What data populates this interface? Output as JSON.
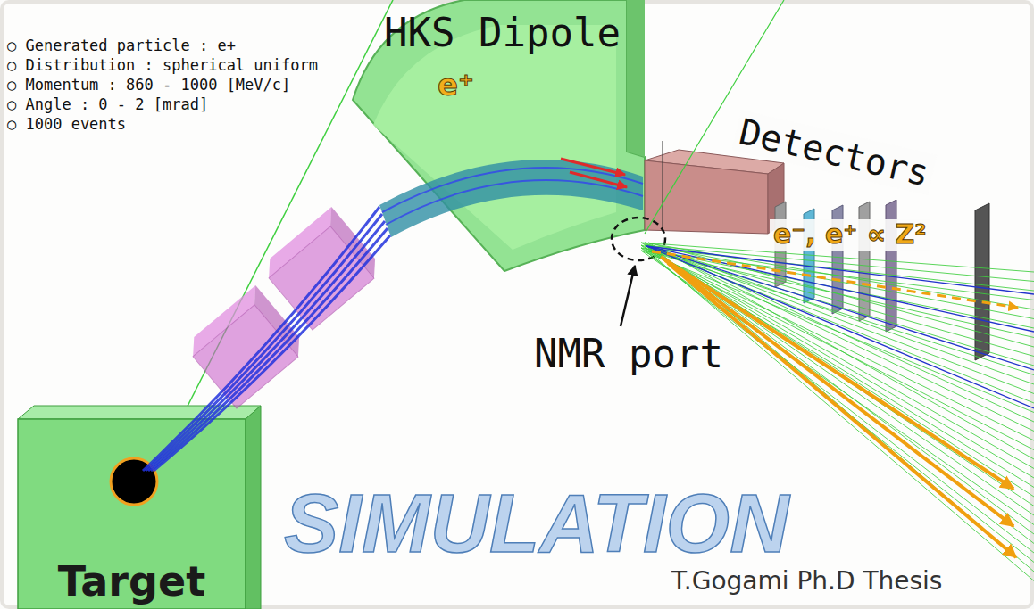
{
  "diagram": {
    "nodes": [
      {
        "text": [
          "HKS Dipole"
        ]
      },
      {
        "text": [
          "Target"
        ]
      }
    ],
    "labels": [
      "○ Generated particle : e+",
      "○ Distribution : spherical uniform",
      "○ Momentum : 860 - 1000 [MeV/c]",
      "○ Angle : 0 - 2 [mrad]",
      "○ 1000 events",
      "e⁺",
      "Detectors",
      "e⁻, e⁺ ∝ Z²",
      "NMR port",
      "SIMULATION",
      "T.Gogami Ph.D Thesis"
    ]
  }
}
